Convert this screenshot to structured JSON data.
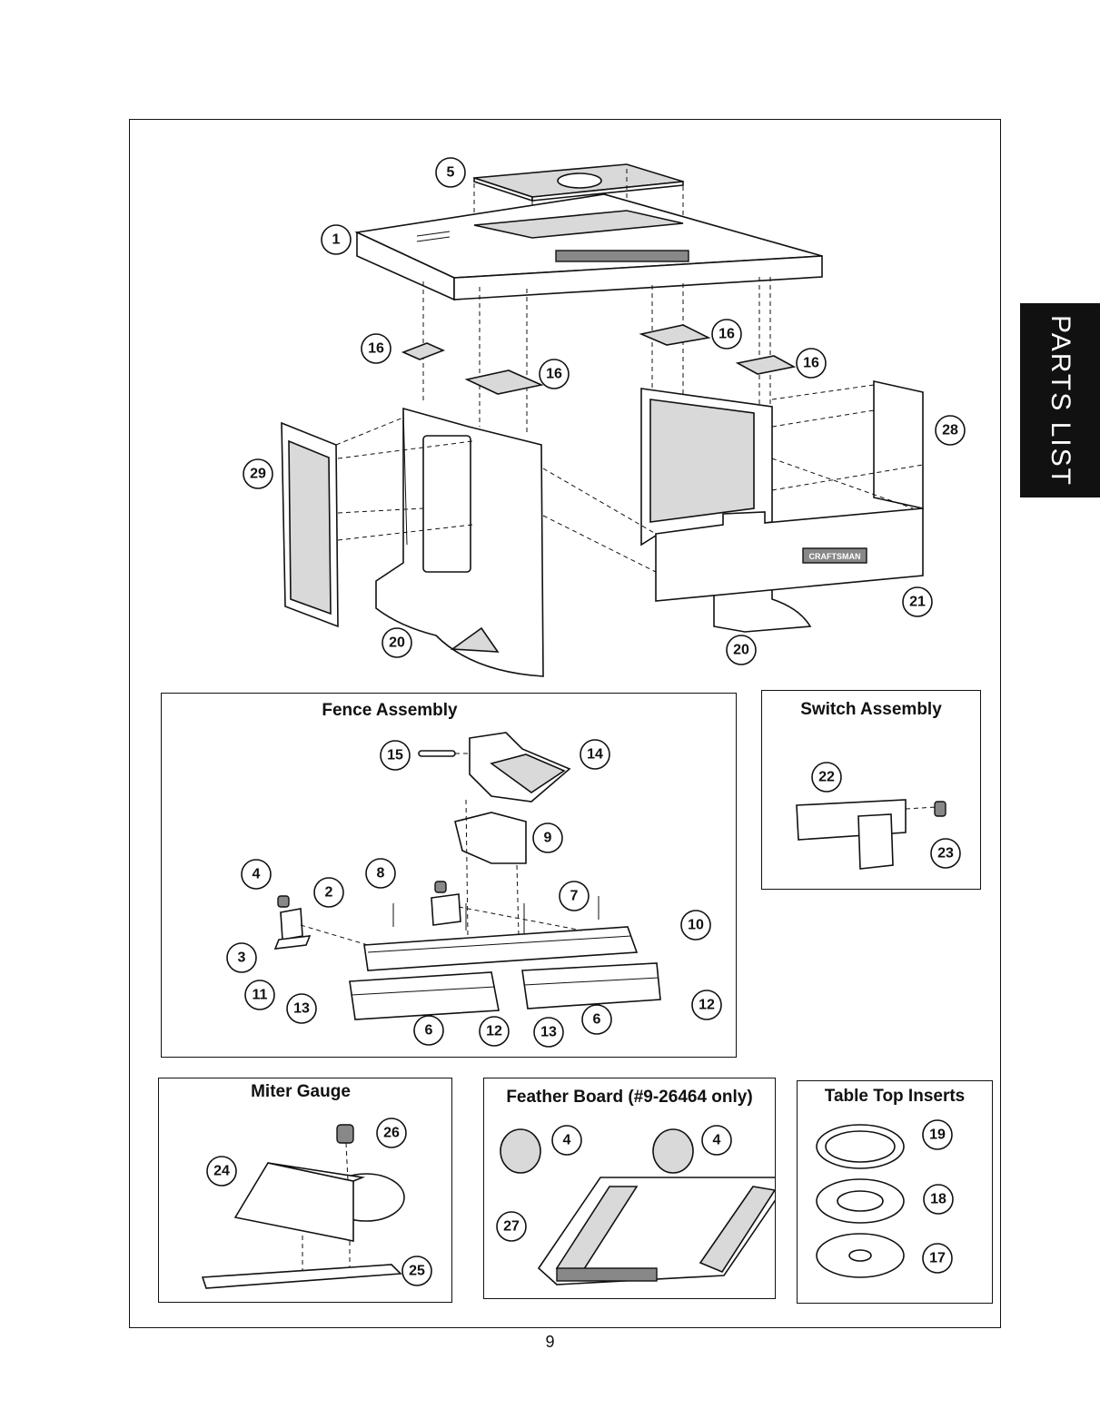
{
  "side_tab": "PARTS LIST",
  "page_number": "9",
  "main_callouts": [
    "5",
    "1",
    "16",
    "16",
    "16",
    "16",
    "29",
    "28",
    "21",
    "20",
    "20"
  ],
  "emblem_text": "CRAFTSMAN",
  "sections": {
    "fence": {
      "title": "Fence Assembly",
      "callouts": [
        "15",
        "14",
        "9",
        "4",
        "2",
        "8",
        "7",
        "10",
        "3",
        "11",
        "13",
        "6",
        "12",
        "13",
        "6",
        "12"
      ]
    },
    "switch": {
      "title": "Switch Assembly",
      "callouts": [
        "22",
        "23"
      ]
    },
    "miter": {
      "title": "Miter Gauge",
      "callouts": [
        "26",
        "24",
        "25"
      ]
    },
    "feather": {
      "title": "Feather Board (#9-26464 only)",
      "callouts": [
        "4",
        "4",
        "27"
      ]
    },
    "inserts": {
      "title": "Table Top Inserts",
      "callouts": [
        "19",
        "18",
        "17"
      ]
    }
  }
}
